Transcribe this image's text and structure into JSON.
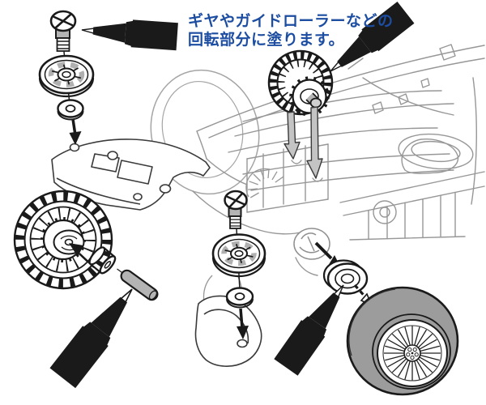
{
  "caption": {
    "line1": "ギヤやガイドローラーなどの",
    "line2": "回転部分に塗ります。",
    "color": "#1c4da1"
  },
  "colors": {
    "ink": "#1a1a1a",
    "chassis_line": "#979797",
    "tire_gray": "#9c9c9c",
    "metal_gray": "#b4b4b4",
    "arrow_gray": "#c4c4c4",
    "background": "#ffffff"
  },
  "parts": {
    "grease_applicators": [
      "top-left",
      "top-right",
      "bottom-left",
      "bottom-right"
    ],
    "gears": [
      "crown-gear",
      "counter-gear"
    ],
    "fasteners": [
      "phillips-screw-front",
      "phillips-screw-center"
    ],
    "rollers": [
      "guide-roller-front",
      "guide-roller-center"
    ],
    "washers": [
      "washer-front",
      "washer-center",
      "bearing-washer-rear"
    ],
    "other": [
      "spacer-bushing",
      "shaft-pin",
      "front-bumper",
      "rear-stay",
      "chassis-body",
      "front-tire-outline",
      "rear-wheel"
    ]
  }
}
